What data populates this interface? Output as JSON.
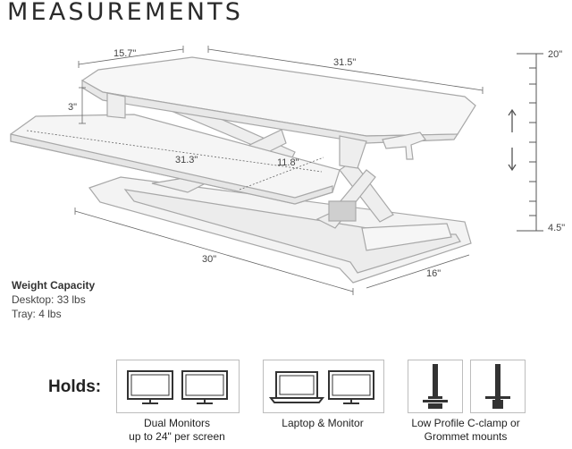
{
  "title": "MEASUREMENTS",
  "dimensions": {
    "depth_top": "15.7\"",
    "width_top": "31.5\"",
    "height_min": "3\"",
    "tray_width": "31.3\"",
    "tray_depth": "11.8\"",
    "base_width": "30\"",
    "base_depth": "16\"",
    "scale_top": "20\"",
    "scale_bottom": "4.5\""
  },
  "capacity": {
    "heading": "Weight Capacity",
    "desktop": "Desktop: 33 lbs",
    "tray": "Tray: 4 lbs"
  },
  "holds": {
    "label": "Holds:",
    "options": [
      {
        "line1": "Dual Monitors",
        "line2": "up to 24\" per screen"
      },
      {
        "line1": "Laptop & Monitor",
        "line2": ""
      },
      {
        "line1": "Low Profile C-clamp or",
        "line2": "Grommet mounts"
      }
    ]
  },
  "colors": {
    "line": "#9a9a9a",
    "desk": "#f4f4f4",
    "dimline": "#555555"
  }
}
